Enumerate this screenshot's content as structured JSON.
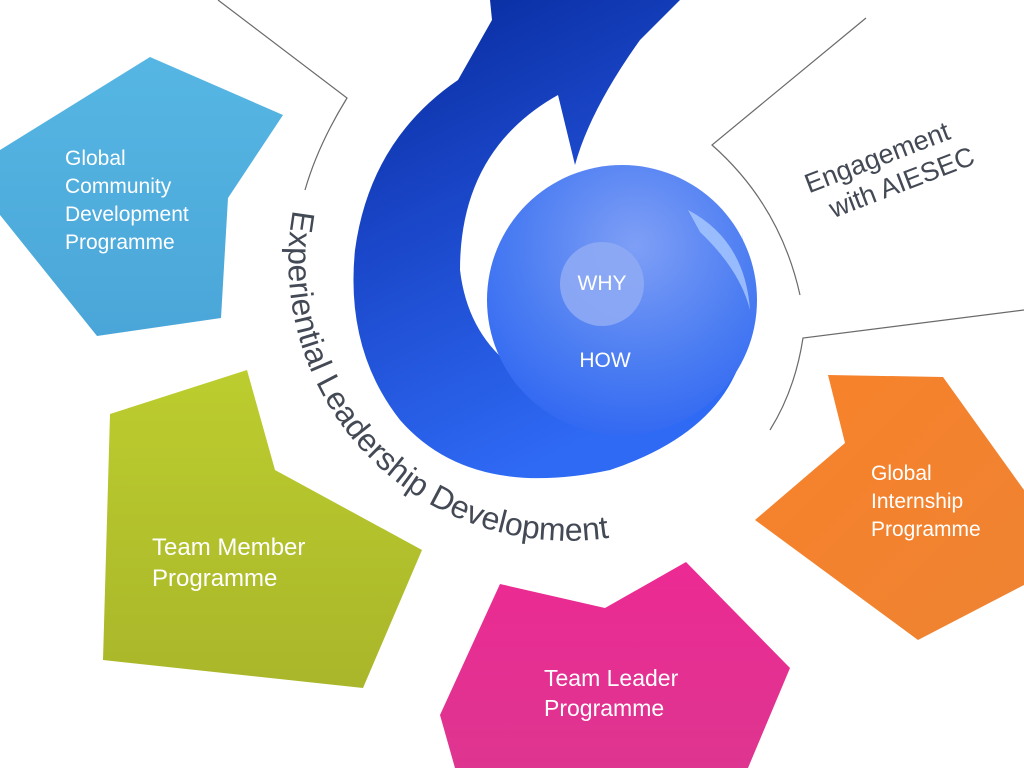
{
  "diagram": {
    "center": {
      "why_label": "WHY",
      "how_label": "HOW",
      "arrow_icon": "spiral-arrow-icon"
    },
    "arc_title": "Experiential Leadership Development",
    "engagement": {
      "lines": [
        "Engagement",
        "with AIESEC"
      ]
    },
    "programmes": [
      {
        "id": "gcdp",
        "lines": [
          "Global",
          "Community",
          "Development",
          "Programme"
        ],
        "color": "#4fb0df"
      },
      {
        "id": "tmp",
        "lines": [
          "Team Member",
          "Programme"
        ],
        "color": "#b6c72a"
      },
      {
        "id": "tlp",
        "lines": [
          "Team Leader",
          "Programme"
        ],
        "color": "#ea2a91"
      },
      {
        "id": "gip",
        "lines": [
          "Global",
          "Internship",
          "Programme"
        ],
        "color": "#f7812a"
      }
    ],
    "colors": {
      "arrow_dark": "#0a2f9a",
      "arrow_light": "#2d66f0",
      "why_circle": "#8aa8f7",
      "text_dark": "#444a55",
      "outline": "#555555"
    }
  }
}
